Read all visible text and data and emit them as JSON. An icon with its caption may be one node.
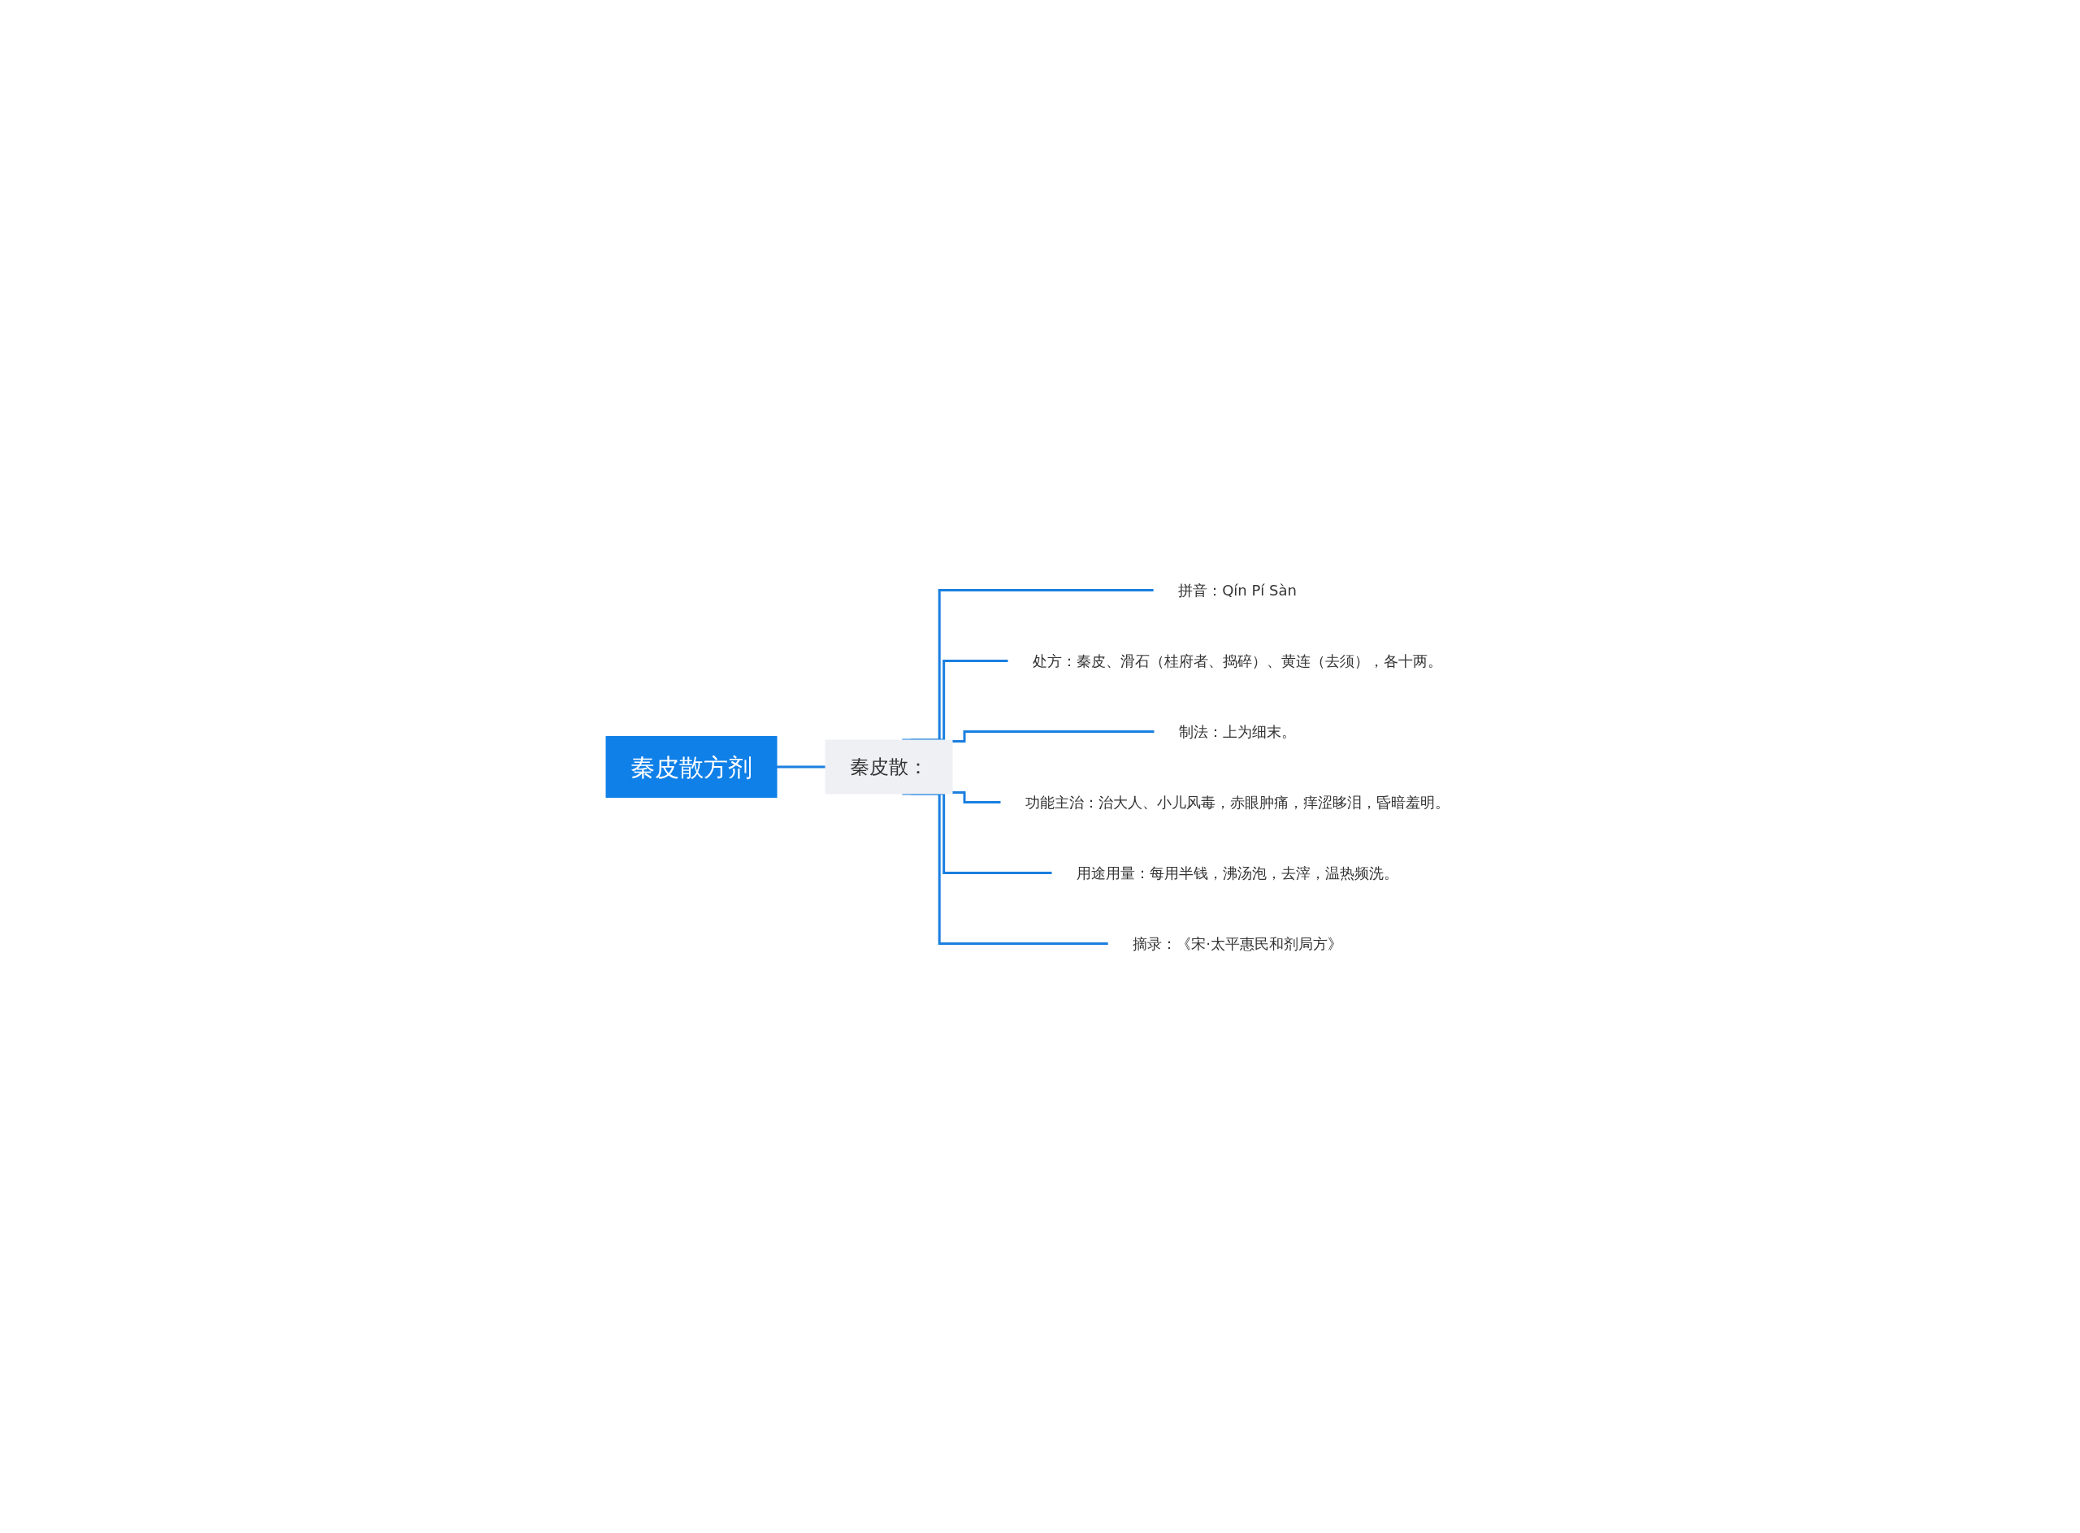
{
  "diagram": {
    "nodes": [
      {
        "text": [
          "秦皮散方剂"
        ]
      },
      {
        "text": [
          "秦皮散："
        ]
      },
      {
        "text": [
          "拼音：Qín Pí Sàn"
        ]
      },
      {
        "text": [
          "处方：秦皮、滑石（桂府者、捣碎）、黄连（去须），各十两。"
        ]
      },
      {
        "text": [
          "制法：上为细末。"
        ]
      },
      {
        "text": [
          "功能主治：治大人、小儿风毒，赤眼肿痛，痒涩眵泪，昏暗羞明。"
        ]
      },
      {
        "text": [
          "用途用量：每用半钱，沸汤泡，去滓，温热频洗。"
        ]
      },
      {
        "text": [
          "摘录：《宋·太平惠民和剂局方》"
        ]
      }
    ],
    "edges": [
      {
        "from": 0,
        "to": 1,
        "arrow": "none"
      },
      {
        "from": 1,
        "to": 2,
        "arrow": "none"
      },
      {
        "from": 1,
        "to": 3,
        "arrow": "none"
      },
      {
        "from": 1,
        "to": 4,
        "arrow": "none"
      },
      {
        "from": 1,
        "to": 5,
        "arrow": "none"
      },
      {
        "from": 1,
        "to": 6,
        "arrow": "none"
      },
      {
        "from": 1,
        "to": 7,
        "arrow": "none"
      }
    ]
  }
}
